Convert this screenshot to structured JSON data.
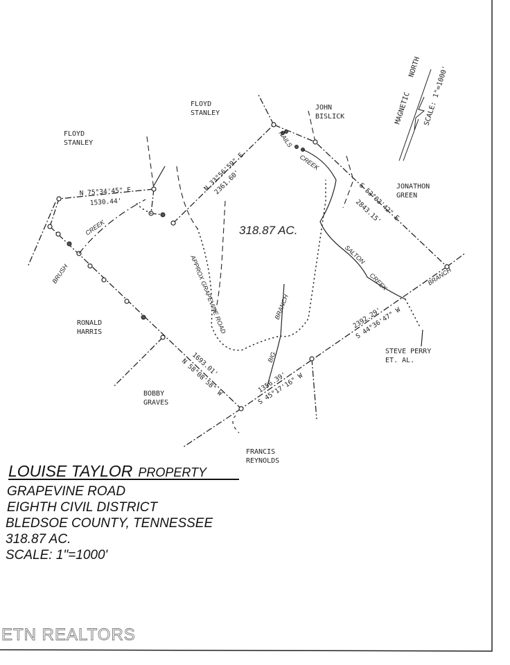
{
  "plat": {
    "acreage_label": "318.87 AC.",
    "adjoiners": {
      "floyd_stanley_1": [
        "FLOYD",
        "STANLEY"
      ],
      "floyd_stanley_2": [
        "FLOYD",
        "STANLEY"
      ],
      "john_bislick": [
        "JOHN",
        "BISLICK"
      ],
      "jonathon_green": [
        "JONATHON",
        "GREEN"
      ],
      "steve_perry": [
        "STEVE PERRY",
        "ET. AL."
      ],
      "ronald_harris": [
        "RONALD",
        "HARRIS"
      ],
      "bobby_graves": [
        "BOBBY",
        "GRAVES"
      ],
      "francis_reynolds": [
        "FRANCIS",
        "REYNOLDS"
      ]
    },
    "calls": {
      "north_west": {
        "bearing": "N 75°34'45\" E",
        "distance": "1530.44'"
      },
      "north": {
        "bearing": "N 33°56'59\" E",
        "distance": "2361.60'"
      },
      "east": {
        "bearing": "S 53°03'42\" E",
        "distance": "2843.15'"
      },
      "south_east": {
        "bearing": "S 44°36'47\" W",
        "distance": "2392.29'"
      },
      "south_west": {
        "bearing": "S 45°17'16\" W",
        "distance": "1356.39'"
      },
      "west": {
        "bearing": "N 58°08'58\" W",
        "distance": "1693.01'"
      }
    },
    "features": {
      "creek_west": "CREEK",
      "brush": "BRUSH",
      "road": "APPROX GRAPEVINE ROAD",
      "nails": "NAILS",
      "creek_north": "CREEK",
      "salton": "SALTON",
      "creek_east": "CREEK",
      "branch_east": "BRANCH",
      "big": "BIG",
      "branch_big": "BRANCH"
    },
    "north_arrow": {
      "magnetic": "MAGNETIC",
      "north": "NORTH",
      "scale": "SCALE: 1\"=1000'"
    }
  },
  "title_block": {
    "owner": "LOUISE TAYLOR",
    "property": "PROPERTY",
    "road": "GRAPEVINE ROAD",
    "district": "EIGHTH CIVIL DISTRICT",
    "county": "BLEDSOE COUNTY, TENNESSEE",
    "acreage": "318.87 AC.",
    "scale": "SCALE: 1\"=1000'"
  },
  "watermark": "ETN REALTORS",
  "colors": {
    "ink": "#222222",
    "paper": "#ffffff"
  }
}
